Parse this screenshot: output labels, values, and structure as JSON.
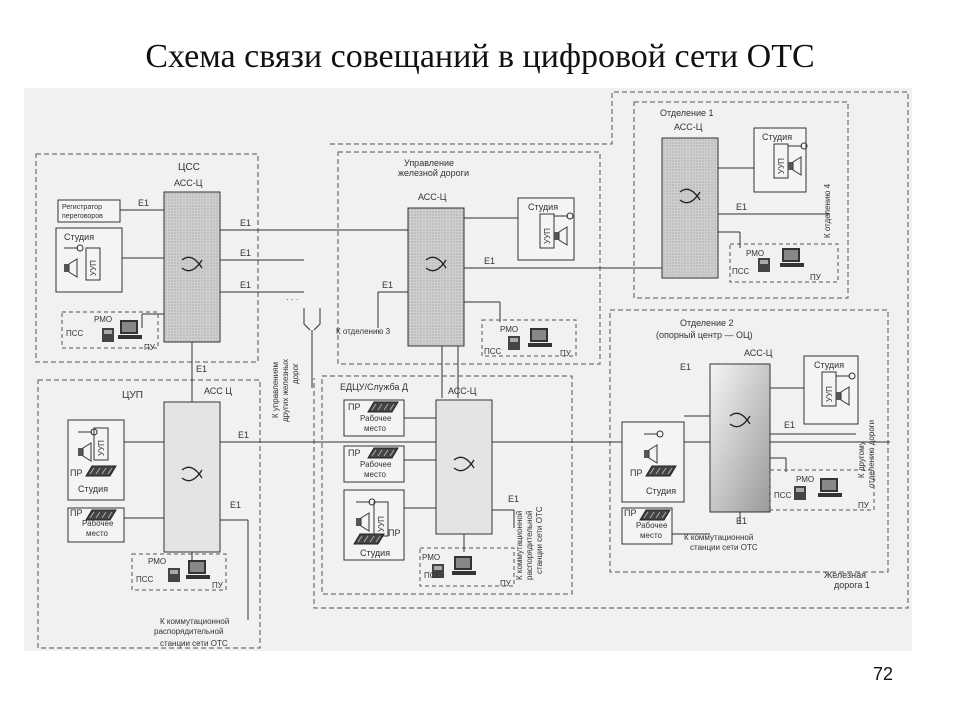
{
  "slide": {
    "title": "Схема связи совещаний в цифровой сети ОТС",
    "page_number": "72"
  },
  "labels": {
    "ass": "АСС-Ц",
    "ass_short": "АСС Ц",
    "e1": "E1",
    "studio": "Студия",
    "uup": "УУП",
    "pr": "ПР",
    "rmo": "РМО",
    "pss": "ПСС",
    "pu": "ПУ",
    "workplace_1": "Рабочее",
    "workplace_2": "место",
    "recorder_1": "Регистратор",
    "recorder_2": "переговоров",
    "ellipsis": "· · ·"
  },
  "blocks": {
    "css": "ЦСС",
    "cup": "ЦУП",
    "upr_1": "Управление",
    "upr_2": "железной дороги",
    "edcu": "ЕДЦУ/Служба Д",
    "otd1": "Отделение 1",
    "otd2_1": "Отделение 2",
    "otd2_2": "(опорный центр — ОЦ)",
    "railway_1": "Железная",
    "railway_2": "дорога 1"
  },
  "annotations": {
    "to_branch3": "К отделению 3",
    "to_branch4": "К отделению 4",
    "other_rail_1": "К управлениям",
    "other_rail_2": "других железных",
    "other_rail_3": "дорог",
    "to_other_branch_1": "К другому",
    "to_other_branch_2": "отделению дороги",
    "station_left_1": "К коммутационной",
    "station_left_2": "распорядительной",
    "station_left_3": "станции сети ОТС",
    "station_mid_1": "К коммутационной",
    "station_mid_2": "распорядительной",
    "station_mid_3": "станции сети ОТС",
    "station_right_1": "К коммутационной",
    "station_right_2": "станции сети ОТС"
  },
  "colors": {
    "line": "#333333",
    "switch_fill": "#c9c9c9",
    "switch_fill_light": "#e6e6e6"
  }
}
